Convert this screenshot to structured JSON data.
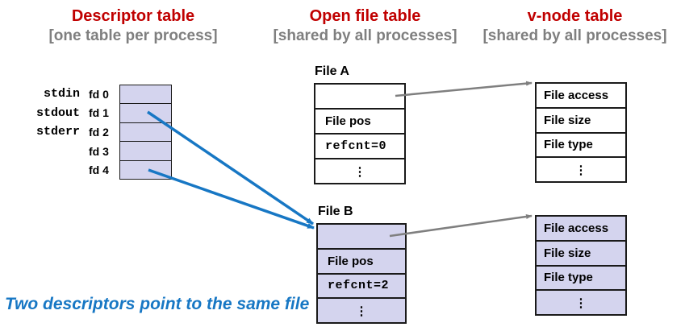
{
  "headers": {
    "descriptor": {
      "title": "Descriptor table",
      "subtitle": "[one table per process]"
    },
    "open_file": {
      "title": "Open file table",
      "subtitle": "[shared by all processes]"
    },
    "vnode": {
      "title": "v-node table",
      "subtitle": "[shared by all processes]"
    }
  },
  "descriptor_table": {
    "rows": [
      {
        "std": "stdin",
        "fd": "fd 0"
      },
      {
        "std": "stdout",
        "fd": "fd 1"
      },
      {
        "std": "stderr",
        "fd": "fd 2"
      },
      {
        "std": "",
        "fd": "fd 3"
      },
      {
        "std": "",
        "fd": "fd 4"
      }
    ]
  },
  "open_file_table": {
    "file_a": {
      "title": "File A",
      "file_pos": "File pos",
      "refcnt": "refcnt=0",
      "ellipsis": "⋮"
    },
    "file_b": {
      "title": "File B",
      "file_pos": "File pos",
      "refcnt": "refcnt=2",
      "ellipsis": "⋮"
    }
  },
  "vnode_table": {
    "top": {
      "rows": [
        "File access",
        "File size",
        "File type",
        "⋮"
      ]
    },
    "bottom": {
      "rows": [
        "File access",
        "File size",
        "File type",
        "⋮"
      ]
    }
  },
  "caption": "Two descriptors point to the same file",
  "colors": {
    "header_red": "#C00000",
    "header_gray": "#7F7F7F",
    "table_fill_lavender": "#D4D4EE",
    "link_blue": "#1777C4",
    "arrow_gray": "#7F7F7F",
    "border_black": "#1A1A1A"
  }
}
